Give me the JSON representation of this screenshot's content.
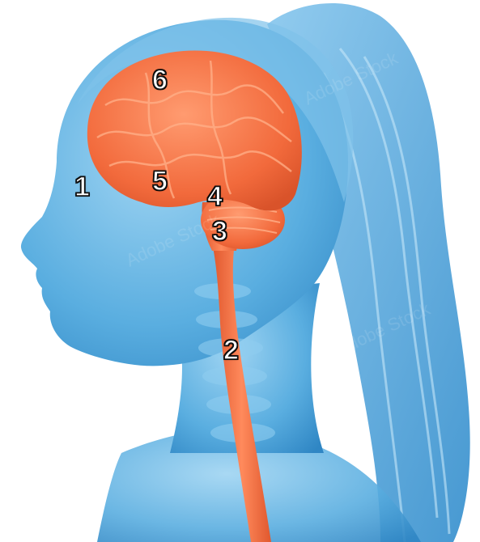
{
  "labels": {
    "n1": "1",
    "n2": "2",
    "n3": "3",
    "n4": "4",
    "n5": "5",
    "n6": "6"
  },
  "watermark": "Adobe Stock",
  "colors": {
    "skin": "#5aaee0",
    "skin_dark": "#3b8fcb",
    "brain": "#f26a3c",
    "brain_highlight": "#ffb08a",
    "background": "#ffffff"
  }
}
